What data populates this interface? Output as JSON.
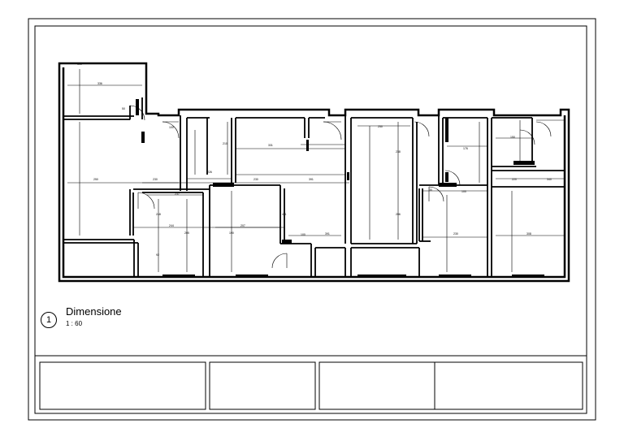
{
  "view": {
    "number": "1",
    "name": "Dimensione",
    "scale": "1 : 60"
  },
  "dimensions": [
    "336",
    "100",
    "50",
    "250",
    "230",
    "100",
    "210",
    "237",
    "226",
    "230",
    "331",
    "391",
    "250",
    "238",
    "206",
    "248",
    "244",
    "205",
    "207",
    "190",
    "100",
    "92",
    "391",
    "411",
    "230",
    "30",
    "100",
    "150",
    "308",
    "220",
    "176",
    "340"
  ],
  "colors": {
    "ink": "#000000",
    "paper": "#ffffff"
  }
}
